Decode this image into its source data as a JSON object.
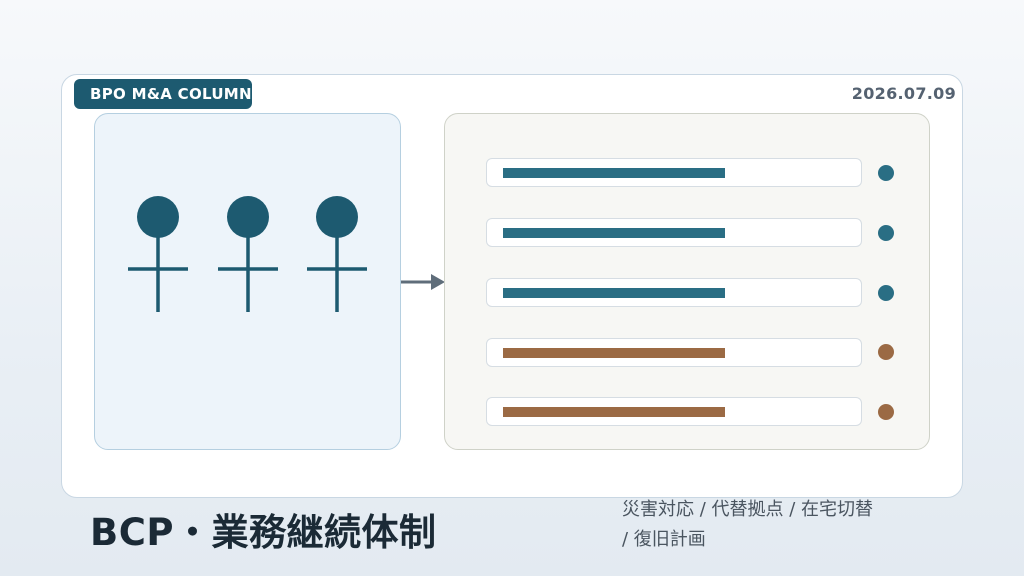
{
  "header": {
    "badge": "BPO M&A COLUMN",
    "date": "2026.07.09"
  },
  "footer": {
    "title": "BCP・業務継続体制",
    "subtitle_line1": "災害対応 / 代替拠点 / 在宅切替",
    "subtitle_line2": "/ 復旧計画"
  },
  "colors": {
    "teal": "#2a6e84",
    "dark_teal": "#1d5a70",
    "brown": "#9b6a44",
    "arrow": "#5f6d7a"
  },
  "icons": {
    "people": "person-icon",
    "flow": "arrow-right-icon"
  },
  "rows": [
    {
      "color": "#2a6e84"
    },
    {
      "color": "#2a6e84"
    },
    {
      "color": "#2a6e84"
    },
    {
      "color": "#9b6a44"
    },
    {
      "color": "#9b6a44"
    }
  ]
}
